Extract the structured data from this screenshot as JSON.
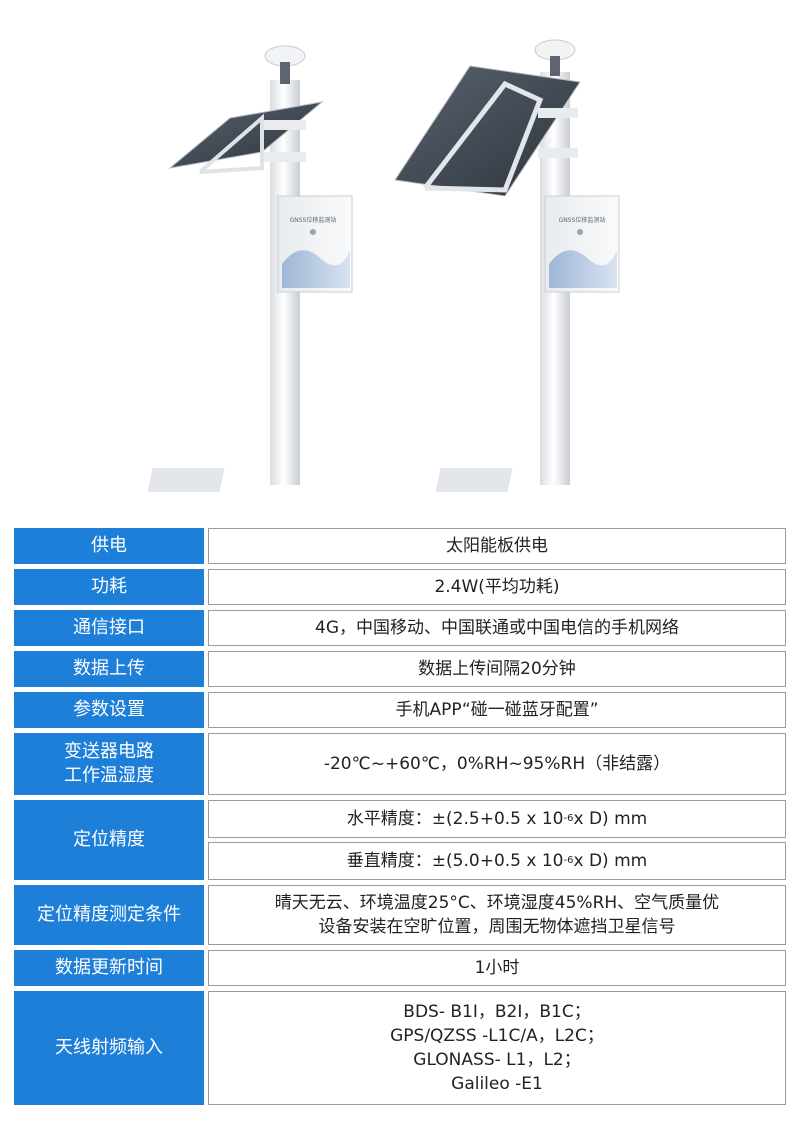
{
  "product": {
    "box_label": "GNSS位移监测站"
  },
  "colors": {
    "label_bg": "#1e7fd9",
    "label_text": "#ffffff",
    "border": "#9a9a9a"
  },
  "specs": {
    "power": {
      "label": "供电",
      "value": "太阳能板供电"
    },
    "consumption": {
      "label": "功耗",
      "value": "2.4W(平均功耗)"
    },
    "comm": {
      "label": "通信接口",
      "value": "4G，中国移动、中国联通或中国电信的手机网络"
    },
    "upload": {
      "label": "数据上传",
      "value": "数据上传间隔20分钟"
    },
    "config": {
      "label": "参数设置",
      "value": "手机APP“碰一碰蓝牙配置”"
    },
    "env": {
      "label_line1": "变送器电路",
      "label_line2": "工作温湿度",
      "value": "-20℃~+60℃，0%RH~95%RH（非结露）"
    },
    "accuracy": {
      "label": "定位精度",
      "h_prefix": "水平精度：±(2.5+0.5 x 10",
      "h_exp": "-6",
      "h_suffix": " x D) mm",
      "v_prefix": "垂直精度：±(5.0+0.5 x 10",
      "v_exp": "-6",
      "v_suffix": " x D) mm"
    },
    "conditions": {
      "label": "定位精度测定条件",
      "line1": "晴天无云、环境温度25°C、环境湿度45%RH、空气质量优",
      "line2": "设备安装在空旷位置，周围无物体遮挡卫星信号"
    },
    "update": {
      "label": "数据更新时间",
      "value": "1小时"
    },
    "antenna": {
      "label": "天线射频输入",
      "line1": "BDS- B1I，B2I，B1C；",
      "line2": "GPS/QZSS -L1C/A，L2C；",
      "line3": "GLONASS- L1，L2；",
      "line4": "Galileo -E1"
    }
  }
}
